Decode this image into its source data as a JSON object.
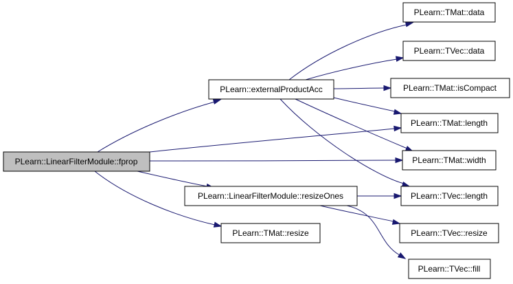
{
  "colors": {
    "edge": "#191970",
    "root_fill": "#bfbfbf",
    "node_fill": "#ffffff",
    "border": "#000000"
  },
  "nodes": [
    {
      "id": "fprop",
      "label": "PLearn::LinearFilterModule::fprop",
      "root": true
    },
    {
      "id": "externalProductAcc",
      "label": "PLearn::externalProductAcc"
    },
    {
      "id": "resizeOnes",
      "label": "PLearn::LinearFilterModule::resizeOnes"
    },
    {
      "id": "tmat_resize",
      "label": "PLearn::TMat::resize"
    },
    {
      "id": "tmat_data",
      "label": "PLearn::TMat::data"
    },
    {
      "id": "tvec_data",
      "label": "PLearn::TVec::data"
    },
    {
      "id": "tmat_isCompact",
      "label": "PLearn::TMat::isCompact"
    },
    {
      "id": "tmat_length",
      "label": "PLearn::TMat::length"
    },
    {
      "id": "tmat_width",
      "label": "PLearn::TMat::width"
    },
    {
      "id": "tvec_length",
      "label": "PLearn::TVec::length"
    },
    {
      "id": "tvec_resize",
      "label": "PLearn::TVec::resize"
    },
    {
      "id": "tvec_fill",
      "label": "PLearn::TVec::fill"
    }
  ],
  "edges": [
    {
      "from": "fprop",
      "to": "externalProductAcc"
    },
    {
      "from": "fprop",
      "to": "tmat_length"
    },
    {
      "from": "fprop",
      "to": "tmat_width"
    },
    {
      "from": "fprop",
      "to": "resizeOnes"
    },
    {
      "from": "fprop",
      "to": "tmat_resize"
    },
    {
      "from": "externalProductAcc",
      "to": "tmat_data"
    },
    {
      "from": "externalProductAcc",
      "to": "tvec_data"
    },
    {
      "from": "externalProductAcc",
      "to": "tmat_isCompact"
    },
    {
      "from": "externalProductAcc",
      "to": "tmat_length"
    },
    {
      "from": "externalProductAcc",
      "to": "tmat_width"
    },
    {
      "from": "externalProductAcc",
      "to": "tvec_length"
    },
    {
      "from": "resizeOnes",
      "to": "tvec_length"
    },
    {
      "from": "resizeOnes",
      "to": "tvec_resize"
    },
    {
      "from": "resizeOnes",
      "to": "tvec_fill"
    }
  ]
}
